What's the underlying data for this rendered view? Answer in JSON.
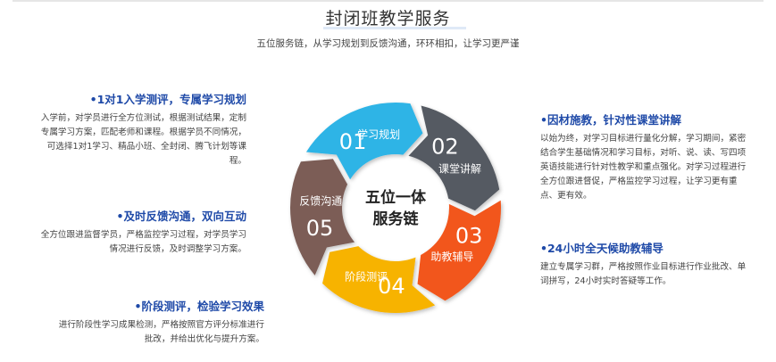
{
  "header": {
    "title": "封闭班教学服务",
    "subtitle": "五位服务链，从学习规划到反馈沟通，环环相扣，让学习更严谨"
  },
  "left_blocks": [
    {
      "heading": "•1对1入学测评，专属学习规划",
      "lines": [
        "入学前，对学员进行全方位测试，根据测试结果，定制",
        "专属学习方案，匹配老师和课程。根据学员不同情况，",
        "可选择1对1学习、精品小班、全封闭、腾飞计划等课",
        "程。"
      ]
    },
    {
      "heading": "•及时反馈沟通，双向互动",
      "lines": [
        "全方位跟进监督学员，严格监控学习过程，对学员学习",
        "情况进行反馈，及时调整学习方案。"
      ]
    },
    {
      "heading": "•阶段测评，检验学习效果",
      "lines": [
        "进行阶段性学习成果检测，严格按照官方评分标准进行",
        "批改，并给出优化与提升方案。"
      ]
    }
  ],
  "right_blocks": [
    {
      "heading": "•因材施教，针对性课堂讲解",
      "lines": [
        "以始为终，对学习目标进行量化分解，学习期间，紧密",
        "结合学生基础情况和学习目标，对听、说、读、写四项",
        "英语技能进行针对性教学和重点强化。对学习过程进行",
        "全方位跟进督促，严格监控学习过程，让学习更有重",
        "点、更有效。"
      ]
    },
    {
      "heading": "•24小时全天候助教辅导",
      "lines": [
        "建立专属学习群，严格按照作业目标进行作业批改、单",
        "词拼写，24小时实时答疑等工作。"
      ]
    }
  ],
  "cycle": {
    "center_line1": "五位一体",
    "center_line2": "服务链",
    "segments": [
      {
        "num": "01",
        "label": "学习规划",
        "color": "#2fb4e6"
      },
      {
        "num": "02",
        "label": "课堂讲解",
        "color": "#555a62"
      },
      {
        "num": "03",
        "label": "助教辅导",
        "color": "#f2561a"
      },
      {
        "num": "04",
        "label": "阶段测评",
        "color": "#f7b300"
      },
      {
        "num": "05",
        "label": "反馈沟通",
        "color": "#7b5d57"
      }
    ]
  }
}
